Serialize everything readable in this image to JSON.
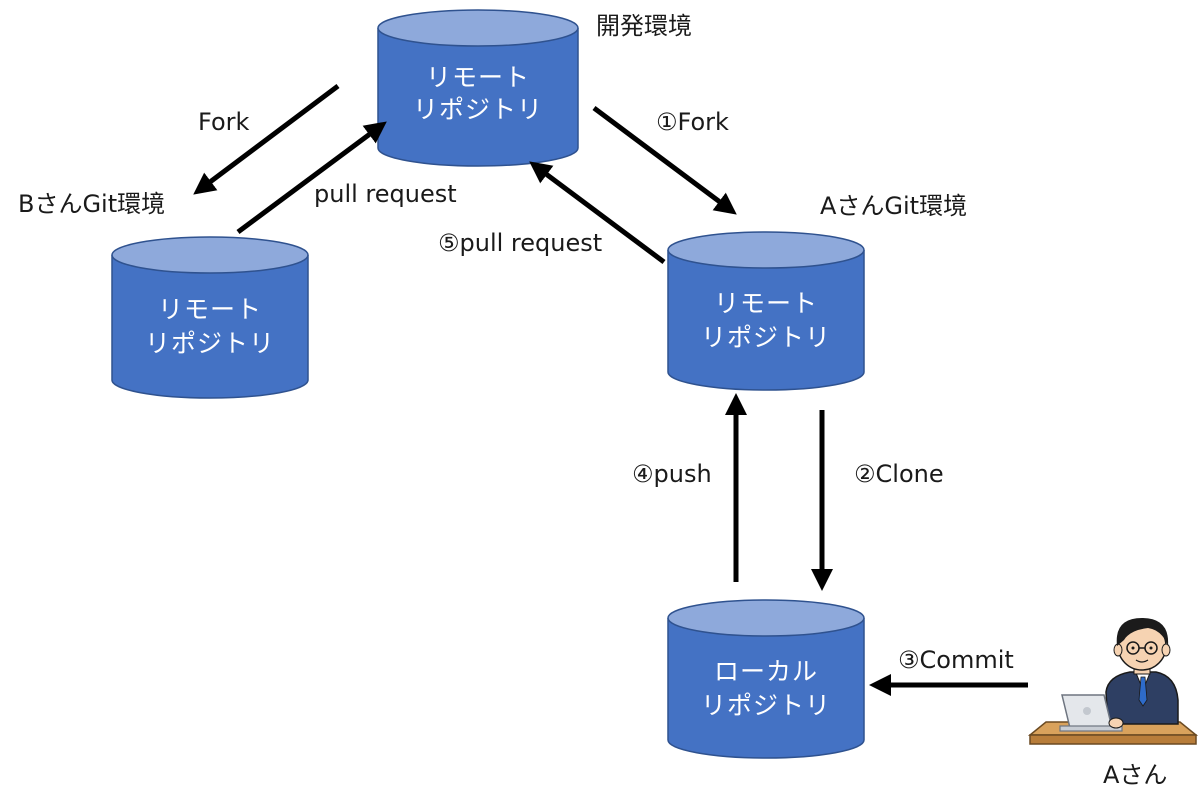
{
  "environments": {
    "dev": "開発環境",
    "b": "BさんGit環境",
    "a": "AさんGit環境"
  },
  "repos": {
    "dev_remote": {
      "line1": "リモート",
      "line2": "リポジトリ"
    },
    "b_remote": {
      "line1": "リモート",
      "line2": "リポジトリ"
    },
    "a_remote": {
      "line1": "リモート",
      "line2": "リポジトリ"
    },
    "a_local": {
      "line1": "ローカル",
      "line2": "リポジトリ"
    }
  },
  "arrows": {
    "fork_b": "Fork",
    "pull_request_b": "pull request",
    "fork_a": "①Fork",
    "pull_request_a": "⑤pull request",
    "clone": "②Clone",
    "push": "④push",
    "commit": "③Commit"
  },
  "person": {
    "label": "Aさん"
  },
  "colors": {
    "cylinder_body": "#4472C4",
    "cylinder_top": "#8EA9DB",
    "cylinder_edge": "#2F528F",
    "arrow": "#000000"
  }
}
